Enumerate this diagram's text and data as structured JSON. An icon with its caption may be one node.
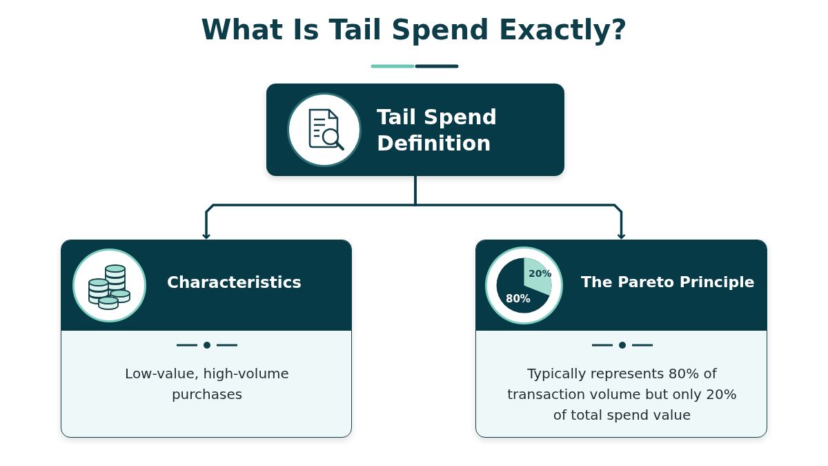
{
  "diagram": {
    "title": "What Is Tail Spend Exactly?",
    "nodes": [
      {
        "text": [
          "Tail Spend Definition"
        ]
      },
      {
        "text": [
          "Characteristics",
          "Low-value, high-volume purchases"
        ]
      },
      {
        "text": [
          "The Pareto Principle",
          "Typically represents 80% of transaction volume but only 20% of total spend value"
        ]
      }
    ],
    "edges": [
      {
        "from": 0,
        "to": 1,
        "arrow": "to"
      },
      {
        "from": 0,
        "to": 2,
        "arrow": "to"
      }
    ],
    "labels": [
      "20%",
      "80%"
    ]
  }
}
